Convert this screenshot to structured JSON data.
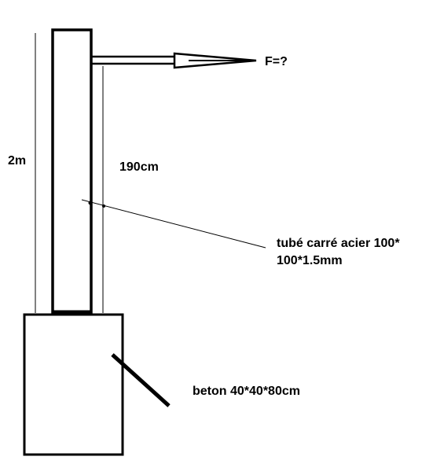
{
  "labels": {
    "force": "F=?",
    "height_total": "2m",
    "height_tube": "190cm",
    "tube_line1": "tubé carré acier 100*",
    "tube_line2": "100*1.5mm",
    "concrete": "beton 40*40*80cm"
  },
  "colors": {
    "stroke": "#000000",
    "background": "#ffffff"
  }
}
